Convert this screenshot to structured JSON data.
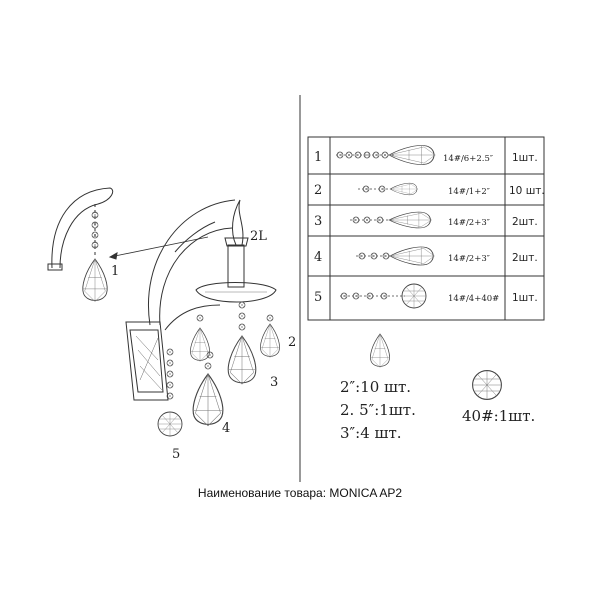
{
  "diagram": {
    "callouts": {
      "c1": "1",
      "c2l": "2L",
      "c2": "2",
      "c3": "3",
      "c4": "4",
      "c5": "5"
    },
    "parts_table": [
      {
        "num": "1",
        "code": "14#/6+2.5″",
        "qty": "1шт."
      },
      {
        "num": "2",
        "code": "14#/1+2″",
        "qty": "10 шт."
      },
      {
        "num": "3",
        "code": "14#/2+3″",
        "qty": "2шт."
      },
      {
        "num": "4",
        "code": "14#/2+3″",
        "qty": "2шт."
      },
      {
        "num": "5",
        "code": "14#/4+40#",
        "qty": "1шт."
      }
    ],
    "summary": {
      "pendant_lines": [
        "2″:10 шт.",
        "2. 5″:1шт.",
        "3″:4 шт."
      ],
      "ball_line": "40#:1шт."
    }
  },
  "caption": "Наименование товара: MONICA AP2"
}
